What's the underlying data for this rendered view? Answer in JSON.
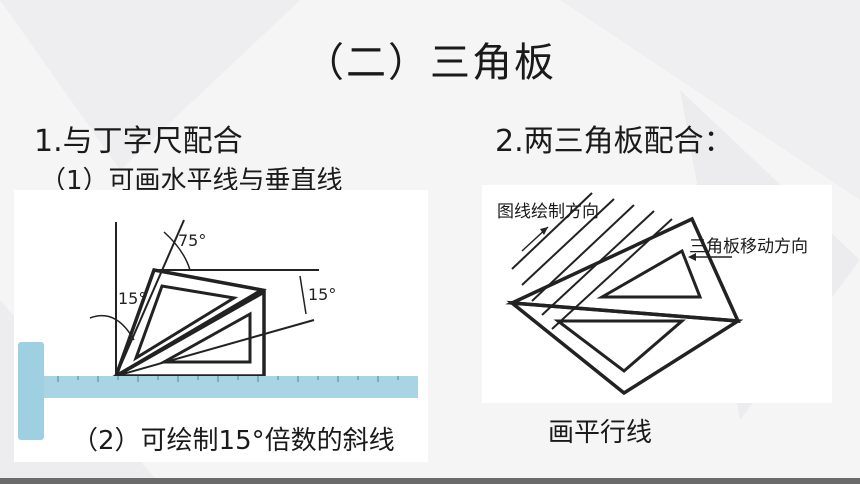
{
  "slide": {
    "title": "（二）三角板",
    "heading_left": "1.与丁字尺配合",
    "heading_right": "2.两三角板配合：",
    "item1": "（1）可画水平线与垂直线",
    "item2": "（2）可绘制15°倍数的斜线",
    "caption_right": "画平行线"
  },
  "figure_left": {
    "angle_top": "75°",
    "angle_left": "15°",
    "angle_right": "15°"
  },
  "figure_right": {
    "line_direction": "图线绘制方向",
    "move_direction": "三角板移动方向"
  },
  "colors": {
    "background": "#f5f5f6",
    "ruler": "#a9d4e4",
    "ruler_head": "#9fd0e2",
    "bottom_bar": "#6b6b6b"
  }
}
